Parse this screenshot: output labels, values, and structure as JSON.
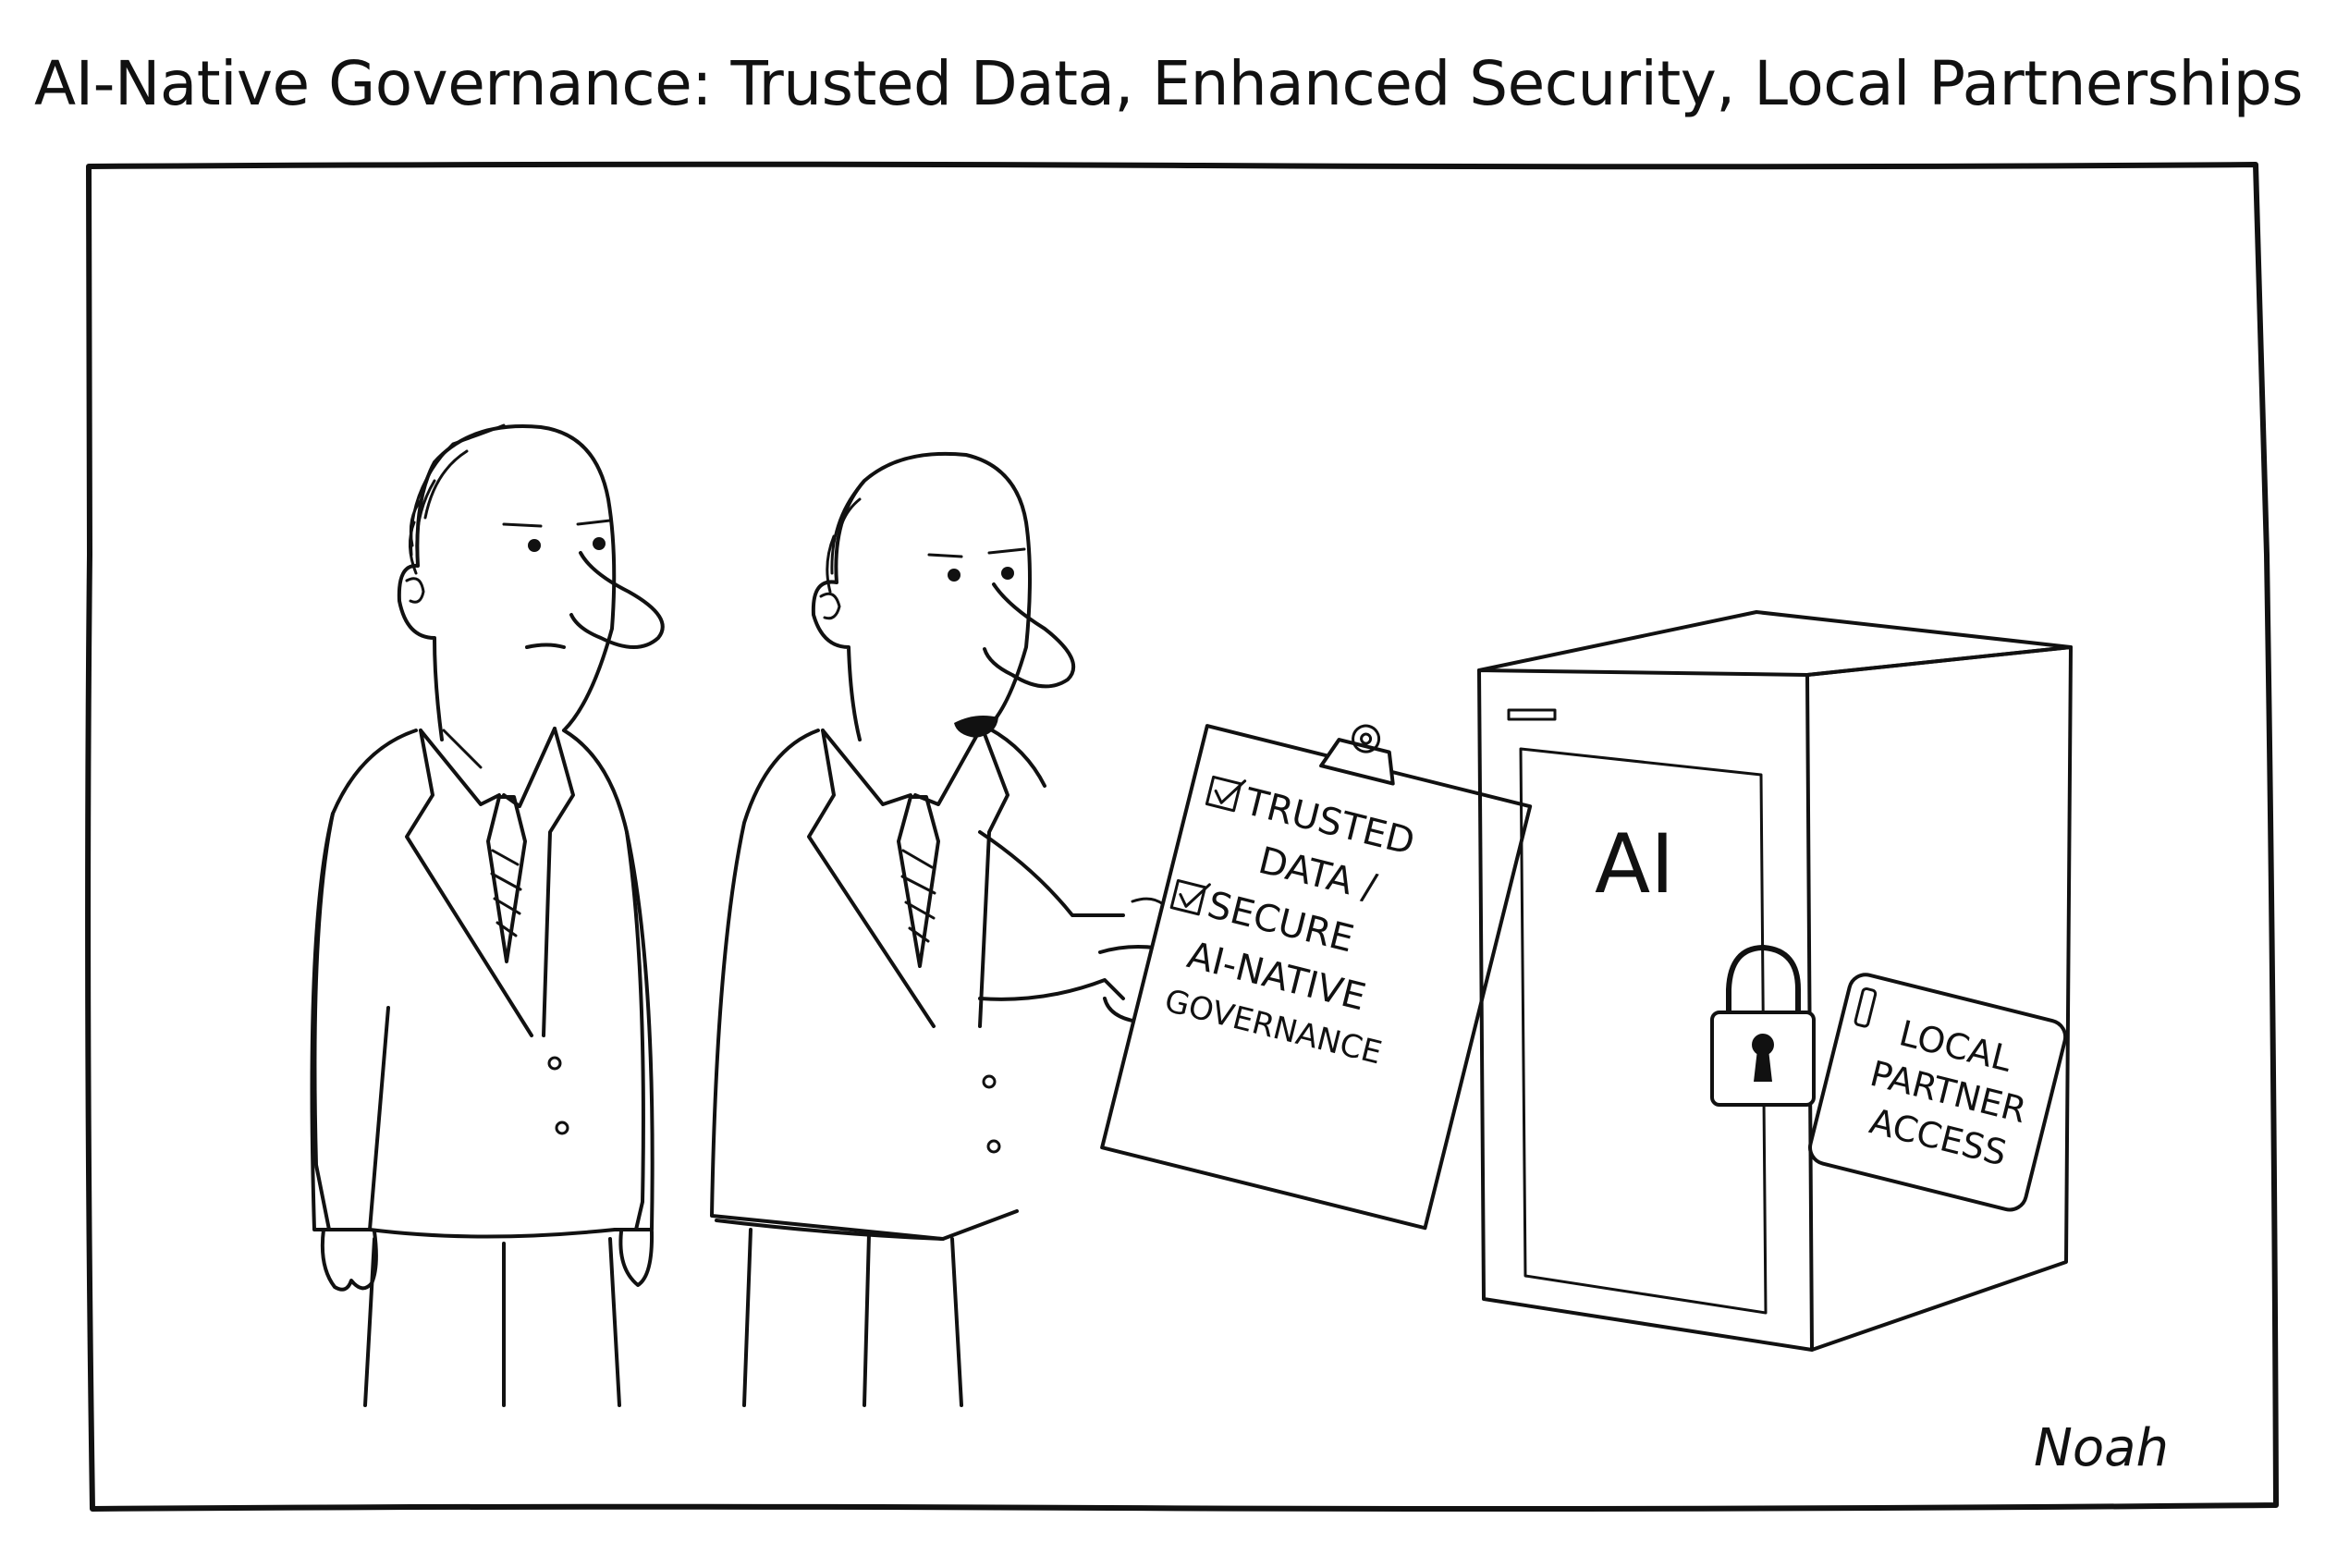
{
  "cartoon": {
    "caption": "AI-Native Governance: Trusted Data, Enhanced Security, Local Partnerships",
    "signature": "Noah",
    "clipboard": {
      "lines": [
        "TRUSTED",
        "DATA /",
        "SECURE",
        "AI-NATIVE",
        "GOVERNANCE"
      ]
    },
    "cabinet": {
      "label": "AI",
      "tag_lines": [
        "LOCAL",
        "PARTNER",
        "ACCESS"
      ]
    },
    "icons": [
      "checkbox-icon",
      "padlock-icon",
      "clipboard-clip-icon"
    ]
  }
}
